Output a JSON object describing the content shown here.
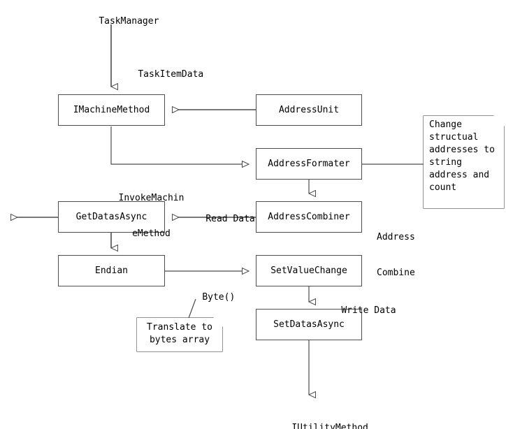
{
  "diagram": {
    "title_nodes": {
      "top_actor": "TaskManager",
      "bottom_actor": "IUtilityMethod"
    },
    "nodes": [
      {
        "id": "imachinemethod",
        "label": "IMachineMethod"
      },
      {
        "id": "addressunit",
        "label": "AddressUnit"
      },
      {
        "id": "addressformater",
        "label": "AddressFormater"
      },
      {
        "id": "addresscombiner",
        "label": "AddressCombiner"
      },
      {
        "id": "getdatasasync",
        "label": "GetDatasAsync"
      },
      {
        "id": "endian",
        "label": "Endian"
      },
      {
        "id": "setvaluechange",
        "label": "SetValueChange"
      },
      {
        "id": "setdatasasync",
        "label": "SetDatasAsync"
      }
    ],
    "notes": [
      {
        "id": "note-address",
        "text": "Change structual addresses to string address and count"
      },
      {
        "id": "note-translate",
        "text": "Translate to\nbytes array"
      }
    ],
    "edge_labels": {
      "task_item_data": "TaskItemData",
      "invoke_machine_method_line1": "InvokeMachin",
      "invoke_machine_method_line2": "eMethod",
      "read_data": "Read Data",
      "byte_call": "Byte()",
      "write_data": "Write Data",
      "address_combine_line1": "Address",
      "address_combine_line2": "Combine"
    },
    "colors": {
      "stroke": "#4d4d4d",
      "text": "#000000",
      "background": "#ffffff"
    }
  }
}
